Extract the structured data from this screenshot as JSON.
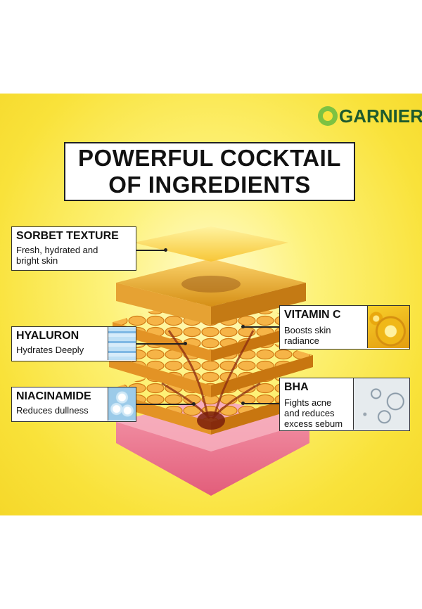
{
  "brand": {
    "name": "GARNIER",
    "leaf_color": "#7dc242",
    "text_color": "#1d5a2e"
  },
  "title": {
    "line1": "POWERFUL COCKTAIL",
    "line2": "OF INGREDIENTS"
  },
  "colors": {
    "background": "#f9e23a",
    "layer": "#f0a020",
    "base": "#e9708a"
  },
  "ingredients": [
    {
      "name": "SORBET TEXTURE",
      "desc_line1": "Fresh, hydrated and",
      "desc_line2": "bright skin"
    },
    {
      "name": "HYALURON",
      "desc_line1": "Hydrates Deeply",
      "desc_line2": ""
    },
    {
      "name": "NIACINAMIDE",
      "desc_line1": "Reduces dullness",
      "desc_line2": ""
    },
    {
      "name": "VITAMIN C",
      "desc_line1": "Boosts skin",
      "desc_line2": "radiance"
    },
    {
      "name": "BHA",
      "desc_line1": "Fights acne",
      "desc_line2": "and reduces",
      "desc_line3": "excess sebum"
    }
  ]
}
